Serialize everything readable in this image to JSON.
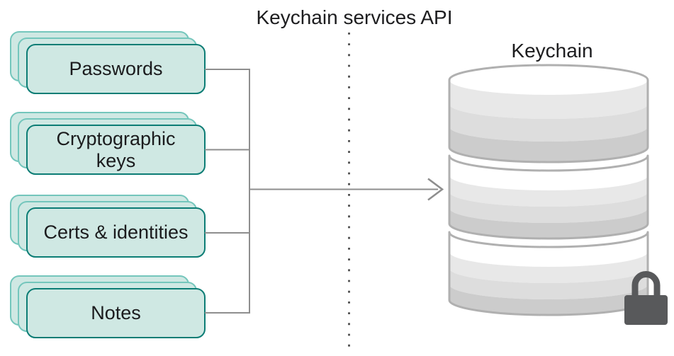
{
  "diagram": {
    "title": "Keychain services API",
    "database_label": "Keychain"
  },
  "cards": [
    {
      "label": "Passwords"
    },
    {
      "label": "Cryptographic keys"
    },
    {
      "label": "Certs & identities"
    },
    {
      "label": "Notes"
    }
  ],
  "icons": {
    "database": "database-icon",
    "lock": "lock-icon"
  },
  "colors": {
    "card_fill": "#cfe8e3",
    "card_front_border": "#0c7d75",
    "card_back_border": "#74c6bc",
    "connector_gray": "#8e8e8e",
    "dotted_line": "#4c4c4c",
    "cylinder_stroke": "#b0b0b0",
    "cylinder_bands": [
      "#ffffff",
      "#e8e8e8",
      "#dddddd",
      "#cccccc"
    ],
    "lock": "#58595b",
    "text": "#1d1d1f"
  }
}
